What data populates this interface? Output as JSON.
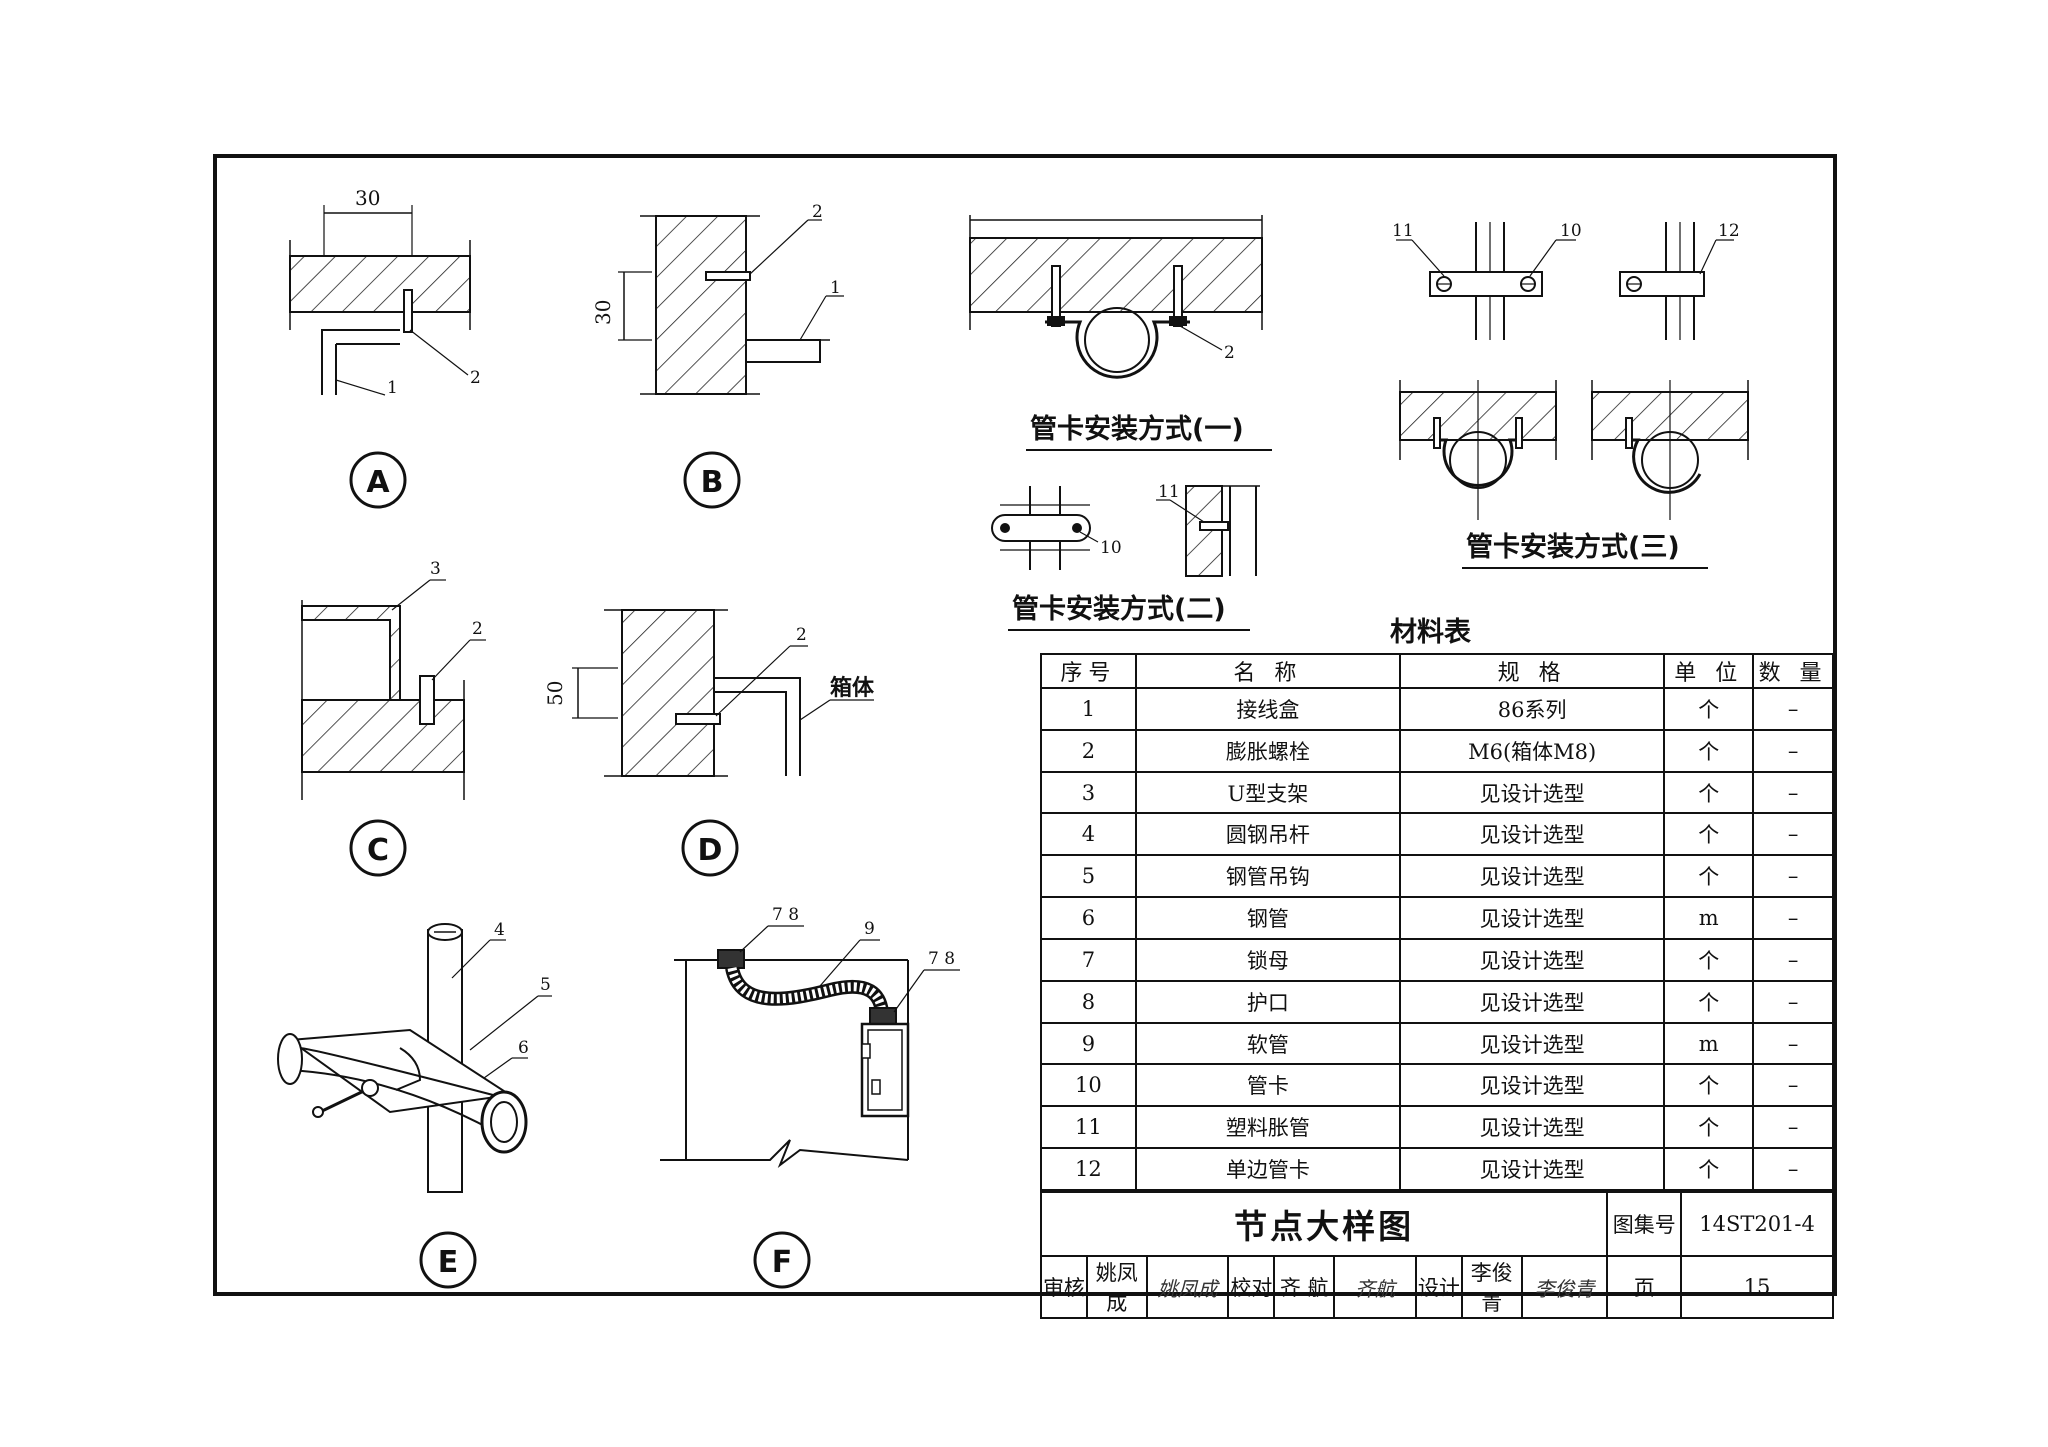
{
  "details": {
    "A": {
      "letter": "A",
      "dim": "30",
      "callouts": [
        "1",
        "2"
      ]
    },
    "B": {
      "letter": "B",
      "dim": "30",
      "callouts": [
        "2",
        "1"
      ]
    },
    "C": {
      "letter": "C",
      "callouts": [
        "3",
        "2"
      ]
    },
    "D": {
      "letter": "D",
      "dim": "50",
      "callouts": [
        "2"
      ],
      "box_label": "箱体"
    },
    "E": {
      "letter": "E",
      "callouts": [
        "4",
        "5",
        "6"
      ]
    },
    "F": {
      "letter": "F",
      "callouts": [
        "7 8",
        "9",
        "7 8"
      ]
    }
  },
  "clamp_methods": {
    "one": {
      "title": "管卡安装方式(一)",
      "callout": "2"
    },
    "two": {
      "title": "管卡安装方式(二)",
      "callouts": [
        "10",
        "11"
      ]
    },
    "three": {
      "title": "管卡安装方式(三)",
      "callouts": [
        "11",
        "10",
        "12"
      ]
    }
  },
  "materials": {
    "title": "材料表",
    "headers": [
      "序号",
      "名 称",
      "规 格",
      "单 位",
      "数 量"
    ],
    "rows": [
      [
        "1",
        "接线盒",
        "86系列",
        "个",
        "–"
      ],
      [
        "2",
        "膨胀螺栓",
        "M6(箱体M8)",
        "个",
        "–"
      ],
      [
        "3",
        "U型支架",
        "见设计选型",
        "个",
        "–"
      ],
      [
        "4",
        "圆钢吊杆",
        "见设计选型",
        "个",
        "–"
      ],
      [
        "5",
        "钢管吊钩",
        "见设计选型",
        "个",
        "–"
      ],
      [
        "6",
        "钢管",
        "见设计选型",
        "m",
        "–"
      ],
      [
        "7",
        "锁母",
        "见设计选型",
        "个",
        "–"
      ],
      [
        "8",
        "护口",
        "见设计选型",
        "个",
        "–"
      ],
      [
        "9",
        "软管",
        "见设计选型",
        "m",
        "–"
      ],
      [
        "10",
        "管卡",
        "见设计选型",
        "个",
        "–"
      ],
      [
        "11",
        "塑料胀管",
        "见设计选型",
        "个",
        "–"
      ],
      [
        "12",
        "单边管卡",
        "见设计选型",
        "个",
        "–"
      ]
    ]
  },
  "title_block": {
    "drawing_title": "节点大样图",
    "atlas_label": "图集号",
    "atlas_no": "14ST201-4",
    "review_label": "审核",
    "reviewer": "姚凤成",
    "reviewer_sig": "姚凤成",
    "check_label": "校对",
    "checker": "齐 航",
    "checker_sig": "齐航",
    "design_label": "设计",
    "designer": "李俊青",
    "designer_sig": "李俊青",
    "page_label": "页",
    "page_no": "15"
  }
}
